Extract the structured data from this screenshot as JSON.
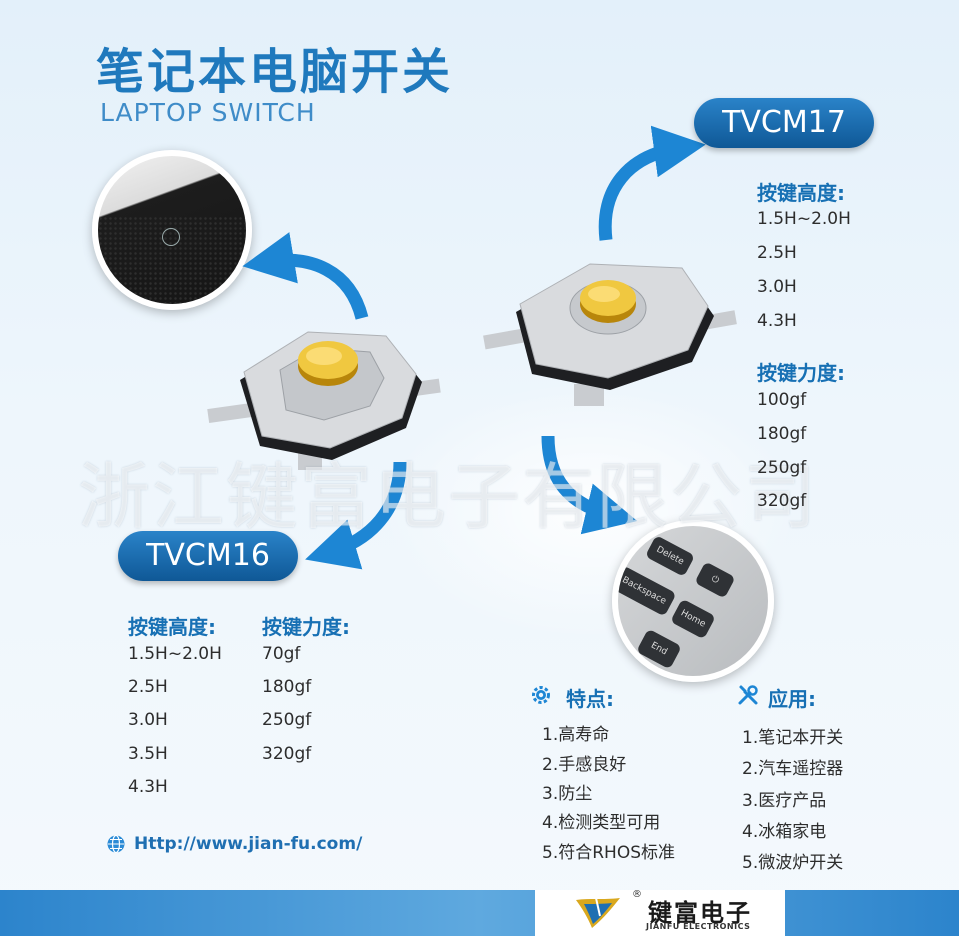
{
  "header": {
    "title": "笔记本电脑开关",
    "subtitle": "LAPTOP SWITCH"
  },
  "watermark": "浙江键富电子有限公司",
  "tvcm17": {
    "model": "TVCM17",
    "height_heading": "按键高度:",
    "heights": [
      "1.5H~2.0H",
      "2.5H",
      "3.0H",
      "4.3H"
    ],
    "force_heading": "按键力度:",
    "forces": [
      "100gf",
      "180gf",
      "250gf",
      "320gf"
    ]
  },
  "tvcm16": {
    "model": "TVCM16",
    "height_heading": "按键高度:",
    "heights": [
      "1.5H~2.0H",
      "2.5H",
      "3.0H",
      "3.5H",
      "4.3H"
    ],
    "force_heading": "按键力度:",
    "forces": [
      "70gf",
      "180gf",
      "250gf",
      "320gf"
    ]
  },
  "features": {
    "heading": "特点:",
    "items": [
      "1.高寿命",
      "2.手感良好",
      "3.防尘",
      "4.检测类型可用",
      "5.符合RHOS标准"
    ]
  },
  "applications": {
    "heading": "应用:",
    "items": [
      "1.笔记本开关",
      "2.汽车遥控器",
      "3.医疗产品",
      "4.冰箱家电",
      "5.微波炉开关"
    ]
  },
  "keyboard_keys": {
    "delete": "Delete",
    "backspace": "Backspace",
    "home": "Home",
    "end": "End",
    "power": "⏻"
  },
  "website": "Http://www.jian-fu.com/",
  "brand": {
    "name": "键富电子",
    "english": "JIANFU ELECTRONICS",
    "registered": "®"
  },
  "colors": {
    "accent": "#1f79bd",
    "pill": "#1565a8",
    "arrow": "#1d86d4",
    "brand_gold": "#d9a81e"
  }
}
